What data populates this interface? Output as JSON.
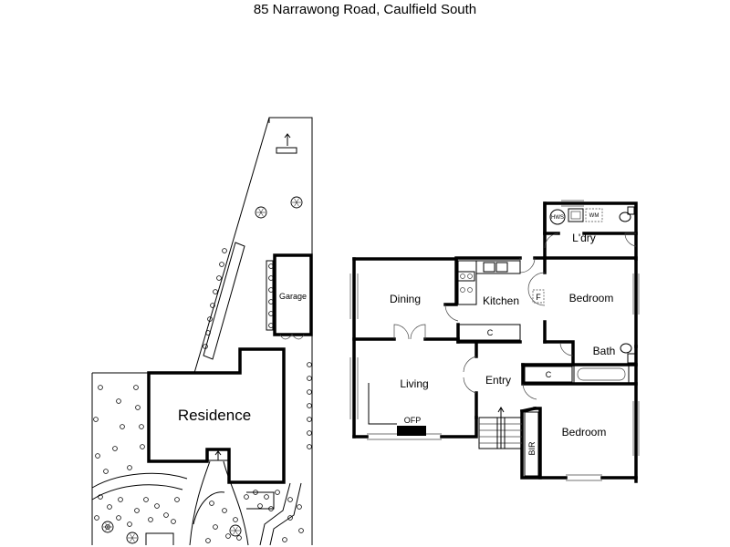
{
  "title": "85 Narrawong Road, Caulfield South",
  "site": {
    "residence": "Residence",
    "garage": "Garage"
  },
  "rooms": {
    "dining": "Dining",
    "kitchen": "Kitchen",
    "bedroom_1": "Bedroom",
    "laundry": "L'dry",
    "bath": "Bath",
    "living": "Living",
    "entry": "Entry",
    "bedroom_2": "Bedroom"
  },
  "fixtures": {
    "kitchen_cupboard": "C",
    "hall_cupboard": "C",
    "fireplace": "OFP",
    "fridge": "F",
    "hot_water": "HWS",
    "washing_machine": "WM",
    "built_in_robe": "BIR"
  }
}
